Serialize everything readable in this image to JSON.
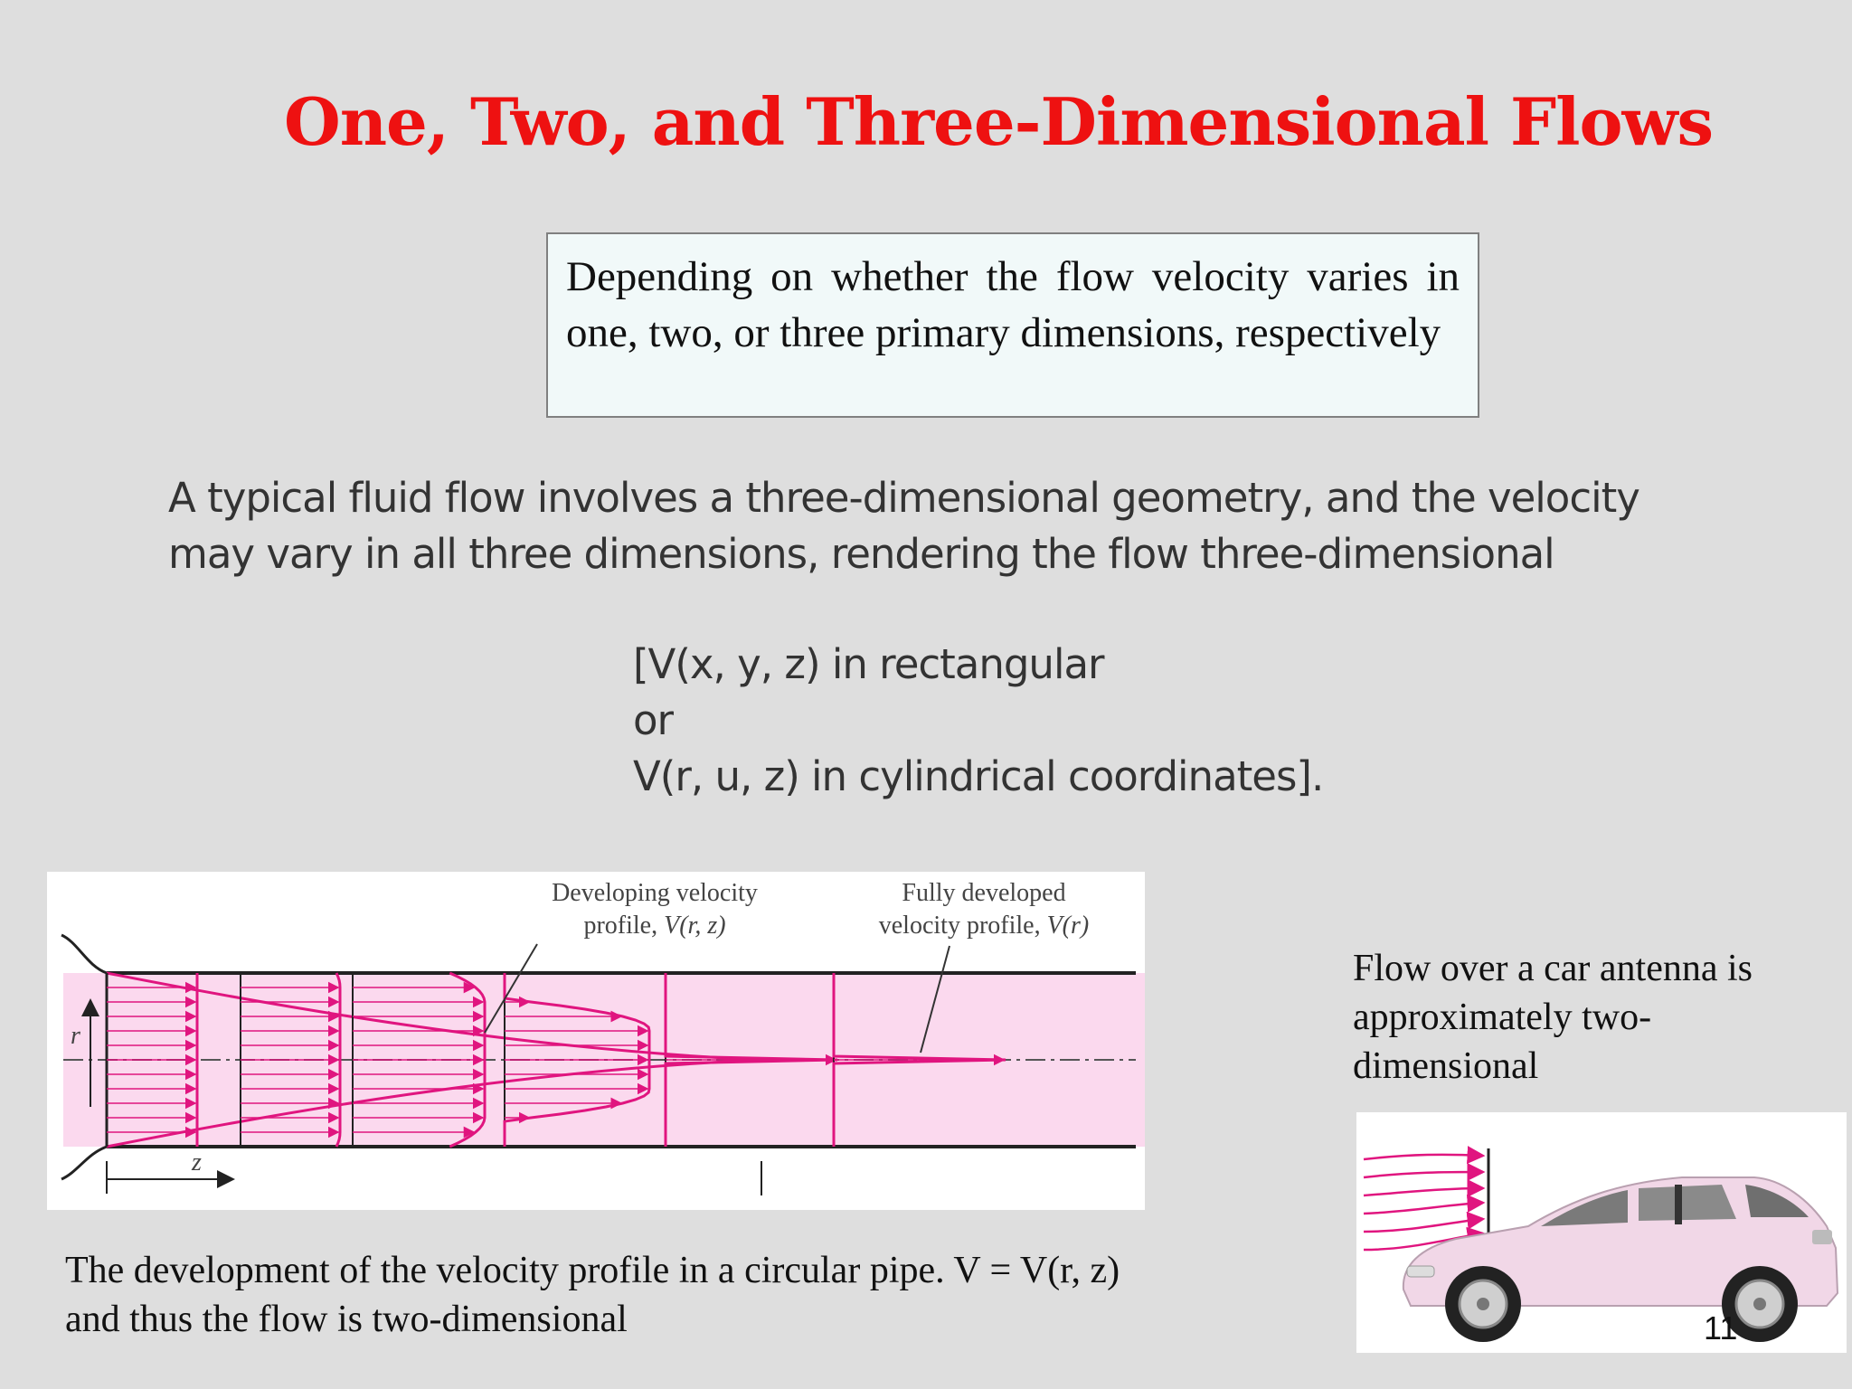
{
  "slide": {
    "title": "One, Two, and Three-Dimensional Flows",
    "definition": "Depending on whether the flow velocity varies in one, two, or three primary dimensions, respectively",
    "body_line1": "A typical fluid flow involves a three-dimensional geometry, and the velocity",
    "body_line2": "may vary in all three dimensions, rendering the flow three-dimensional",
    "coord_line1": "[V(x, y, z) in rectangular",
    "coord_line2": "or",
    "coord_line3": "V(r, u, z) in cylindrical coordinates].",
    "page_number": "11"
  },
  "pipe_figure": {
    "label_developing_1": "Developing velocity",
    "label_developing_2": "profile, ",
    "label_developing_italic": "V(r, z)",
    "label_developed_1": "Fully developed",
    "label_developed_2": "velocity profile, ",
    "label_developed_italic": "V(r)",
    "axis_r": "r",
    "axis_z": "z",
    "caption_line1": "The development of the velocity profile in a circular pipe. V = V(r, z)",
    "caption_line2": "and thus the flow is two-dimensional"
  },
  "car_figure": {
    "caption_line1": "Flow over a car antenna is",
    "caption_line2": "approximately two-",
    "caption_line3": "dimensional"
  },
  "colors": {
    "title": "#ee1111",
    "profile": "#e0157f",
    "pipe_fill": "#fbd9ee",
    "car_body": "#f1d7e7"
  }
}
